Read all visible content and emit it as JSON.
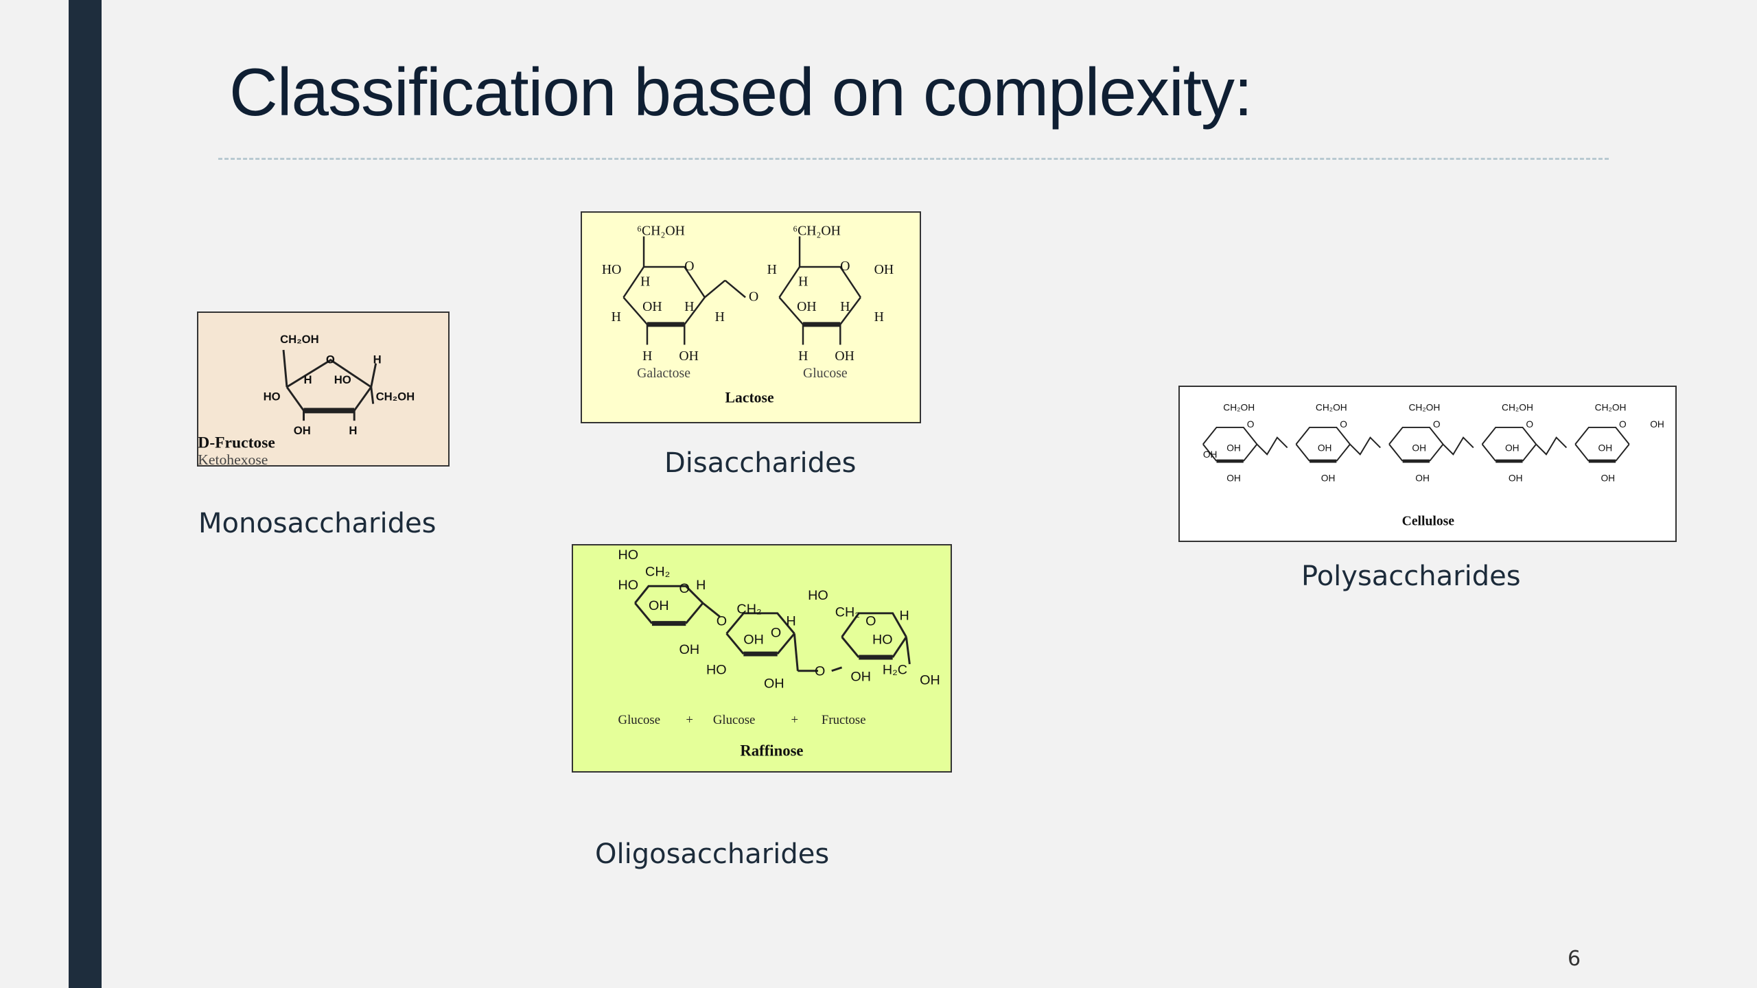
{
  "slide": {
    "title": "Classification based on complexity:",
    "page_number": "6",
    "accent_color": "#1e2d3d",
    "title_color": "#0f1f33"
  },
  "sections": {
    "mono": {
      "caption": "Monosaccharides",
      "figure_name": "D-Fructose",
      "figure_sub": "Ketohexose",
      "bg": "#f5e6d3"
    },
    "di": {
      "caption": "Disaccharides",
      "figure_name": "Lactose",
      "unit_left": "Galactose",
      "unit_right": "Glucose",
      "bg": "#ffffcc"
    },
    "oligo": {
      "caption": "Oligosaccharides",
      "figure_name": "Raffinose",
      "unit_1": "Glucose",
      "unit_2": "Glucose",
      "unit_3": "Fructose",
      "plus": "+",
      "bg": "#e5ff99"
    },
    "poly": {
      "caption": "Polysaccharides",
      "figure_name": "Cellulose",
      "bg": "#ffffff"
    }
  }
}
